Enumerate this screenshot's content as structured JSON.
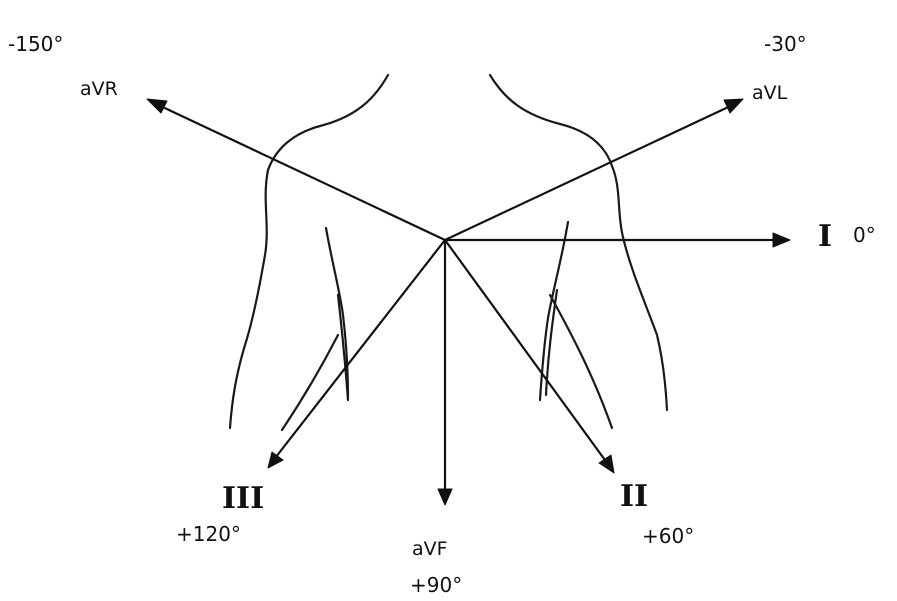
{
  "axes": [
    {
      "id": "aVR",
      "lead_label": "aVR",
      "angle_label": "-150°"
    },
    {
      "id": "aVL",
      "lead_label": "aVL",
      "angle_label": "-30°"
    },
    {
      "id": "I",
      "lead_label": "I",
      "angle_label": "0°"
    },
    {
      "id": "II",
      "lead_label": "II",
      "angle_label": "+60°"
    },
    {
      "id": "aVF",
      "lead_label": "aVF",
      "angle_label": "+90°"
    },
    {
      "id": "III",
      "lead_label": "III",
      "angle_label": "+120°"
    }
  ],
  "colors": {
    "ink": "#111111",
    "background": "#ffffff"
  }
}
